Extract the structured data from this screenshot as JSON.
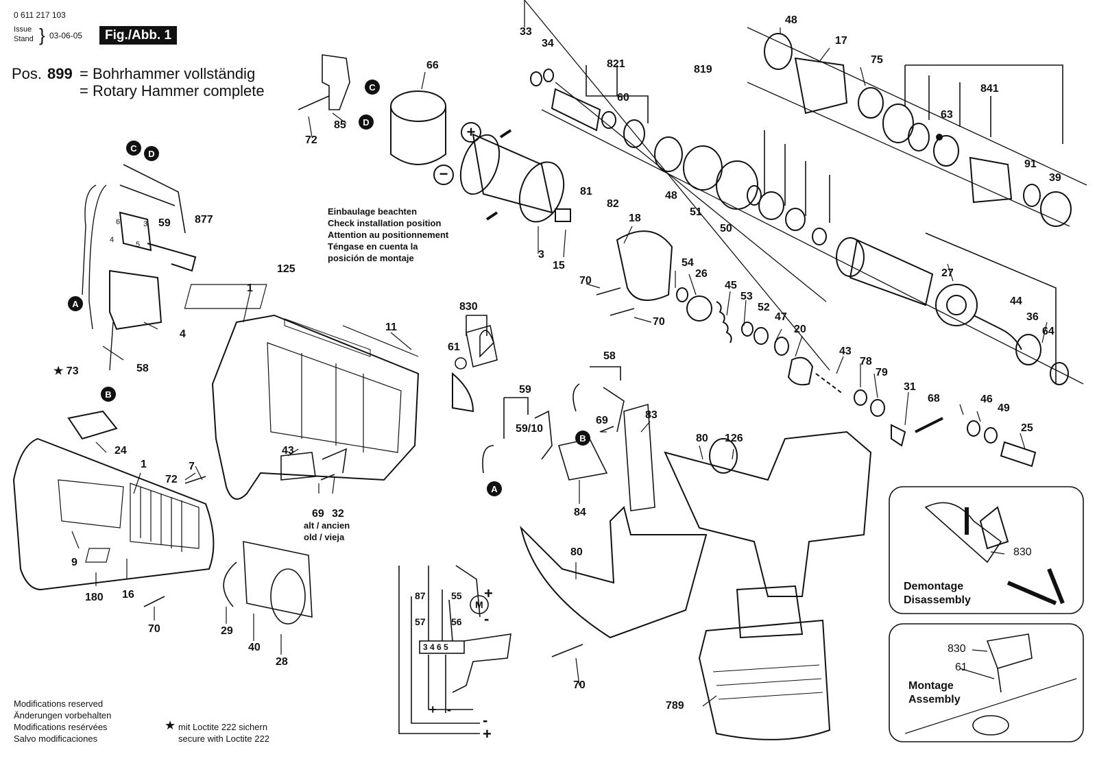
{
  "header": {
    "part_number": "0 611 217 103",
    "issue_label": "Issue",
    "stand_label": "Stand",
    "date": "03-06-05",
    "figure": "Fig./Abb. 1"
  },
  "position": {
    "pos_label": "Pos.",
    "pos_number": "899",
    "line_de": "= Bohrhammer vollständig",
    "line_en": "= Rotary Hammer complete"
  },
  "install_note": [
    "Einbaulage beachten",
    "Check installation position",
    "Attention au positionnement",
    "Téngase en cuenta la",
    "posición de montaje"
  ],
  "old_note": [
    "alt / ancien",
    "old / vieja"
  ],
  "footer_mods": [
    "Modifications reserved",
    "Änderungen vorbehalten",
    "Modifications resérvées",
    "Salvo modificaciones"
  ],
  "loctite": {
    "star": "★",
    "line_de": "mit Loctite 222 sichern",
    "line_en": "secure with Loctite 222"
  },
  "inset_disassembly": {
    "lines": [
      "Demontage",
      "Disassembly"
    ],
    "part": "830"
  },
  "inset_assembly": {
    "lines": [
      "Montage",
      "Assembly"
    ],
    "parts": [
      "830",
      "61"
    ]
  },
  "connectors": [
    "A",
    "B",
    "C",
    "D"
  ],
  "wiring": {
    "wires": [
      "87",
      "55",
      "57",
      "56"
    ],
    "terminals": "3 4 6 5",
    "motor": "M",
    "plus": "+",
    "minus": "-"
  },
  "trigger_pins": [
    "6",
    "3",
    "4",
    "5"
  ],
  "polarity": {
    "plus": "+",
    "minus": "−"
  },
  "labels": {
    "p33": "33",
    "p34": "34",
    "p821": "821",
    "p60": "60",
    "p819": "819",
    "p48a": "48",
    "p17": "17",
    "p75": "75",
    "p841": "841",
    "p63": "63",
    "p91": "91",
    "p39": "39",
    "p48b": "48",
    "p51": "51",
    "p50": "50",
    "p66": "66",
    "p85": "85",
    "p72a": "72",
    "p877": "877",
    "p59a": "59",
    "p4": "4",
    "p73": "73",
    "p58a": "58",
    "p3": "3",
    "p15": "15",
    "p81": "81",
    "p82": "82",
    "p18": "18",
    "p54": "54",
    "p26": "26",
    "p45": "45",
    "p53": "53",
    "p52": "52",
    "p47": "47",
    "p20": "20",
    "p27": "27",
    "p44": "44",
    "p36": "36",
    "p64": "64",
    "p70a": "70",
    "p70b": "70",
    "p125": "125",
    "p1a": "1",
    "p11": "11",
    "p830": "830",
    "p61": "61",
    "p43a": "43",
    "p78": "78",
    "p79": "79",
    "p31": "31",
    "p68": "68",
    "p46": "46",
    "p49": "49",
    "p25": "25",
    "p58b": "58",
    "p59b": "59",
    "p5910": "59/10",
    "p69a": "69",
    "p83": "83",
    "p80a": "80",
    "p126": "126",
    "p84": "84",
    "p24": "24",
    "p1b": "1",
    "p72b": "72",
    "p7": "7",
    "p43b": "43",
    "p69b": "69",
    "p32": "32",
    "p9": "9",
    "p16": "16",
    "p180": "180",
    "p70c": "70",
    "p29": "29",
    "p40": "40",
    "p28": "28",
    "p80b": "80",
    "p70d": "70",
    "p789": "789"
  }
}
